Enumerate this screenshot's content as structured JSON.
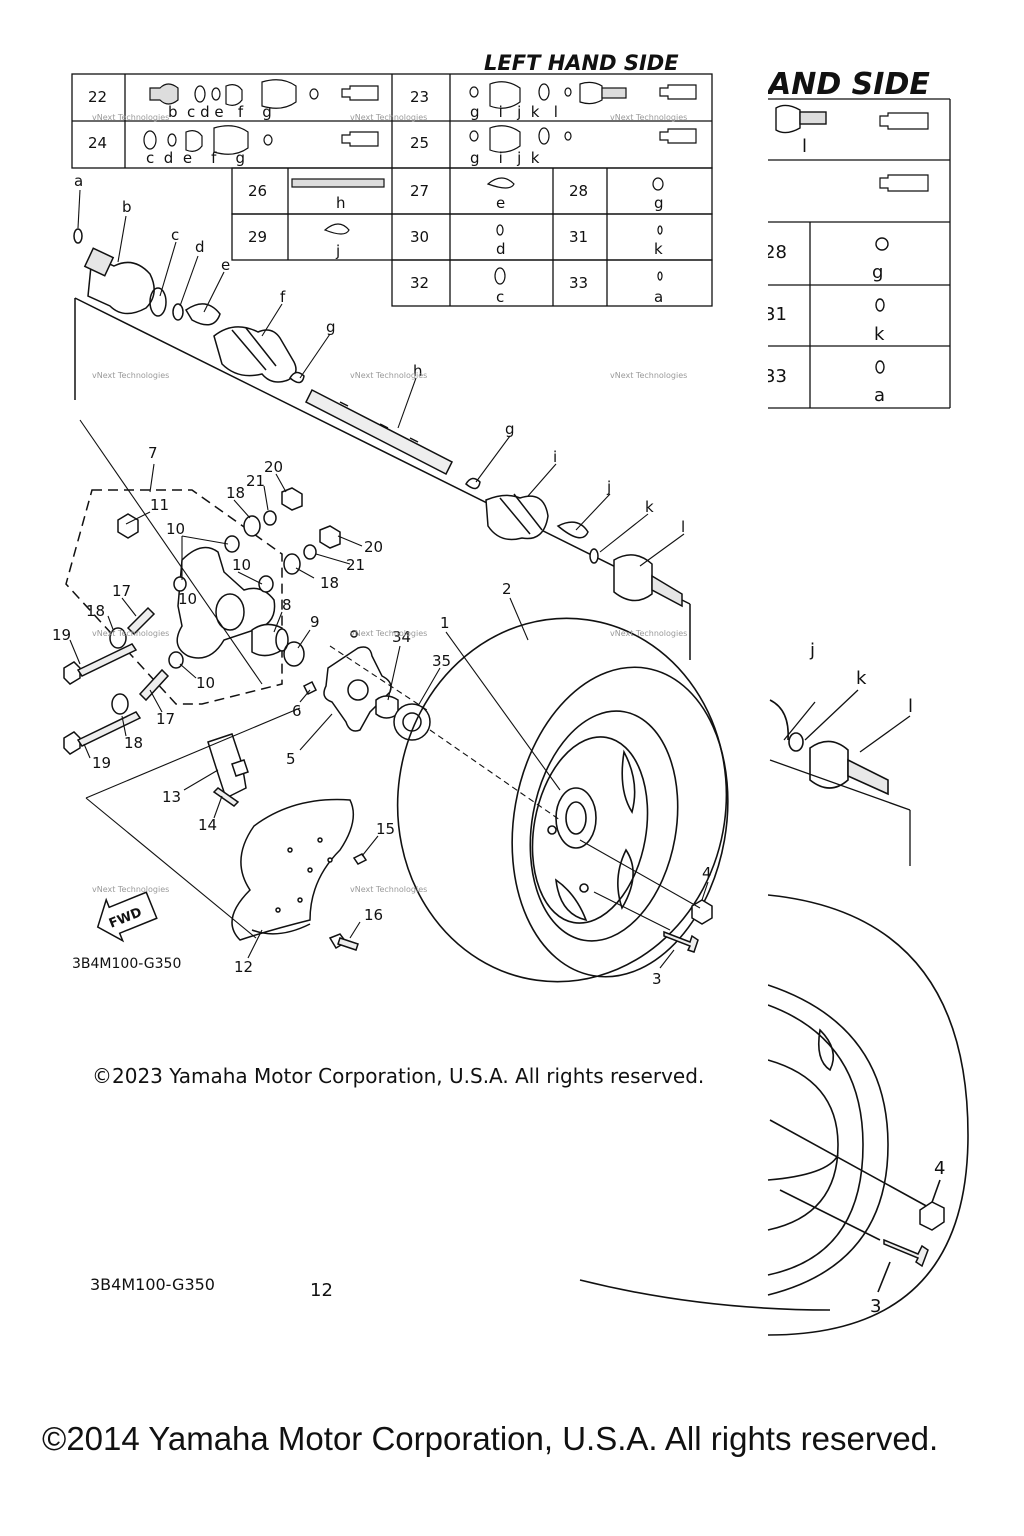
{
  "page": {
    "heading": "LEFT HAND SIDE",
    "heading_crop": "AND SIDE",
    "drawing_code": "3B4M100-G350",
    "drawing_code_crop": "3B4M100-G350",
    "copyright_main": "©2023 Yamaha Motor Corporation, U.S.A. All rights reserved.",
    "copyright_bottom": "©2014 Yamaha Motor Corporation, U.S.A. All rights reserved.",
    "fwd_label": "FWD",
    "watermark": "vNext Technologies"
  },
  "kit_table": {
    "rows": [
      {
        "num": "22",
        "letters": "b  c d e   f    g",
        "num2": "23",
        "letters2": "g    i   j  k   l"
      },
      {
        "num": "24",
        "letters": "c  d  e    f    g",
        "num2": "25",
        "letters2": "g    i   j  k"
      }
    ],
    "singles": [
      {
        "num": "26",
        "letter": "h"
      },
      {
        "num": "27",
        "letter": "e"
      },
      {
        "num": "28",
        "letter": "g"
      },
      {
        "num": "29",
        "letter": "j"
      },
      {
        "num": "30",
        "letter": "d"
      },
      {
        "num": "31",
        "letter": "k"
      },
      {
        "num": "32",
        "letter": "c"
      },
      {
        "num": "33",
        "letter": "a"
      }
    ],
    "crop_rows": [
      {
        "num": "28",
        "letter": "g"
      },
      {
        "num": "31",
        "letter": "k"
      },
      {
        "num": "33",
        "letter": "a"
      }
    ],
    "crop_letter_l": "l"
  },
  "callouts": {
    "letters": [
      "a",
      "b",
      "c",
      "d",
      "e",
      "f",
      "g",
      "h",
      "g",
      "i",
      "j",
      "k",
      "l"
    ],
    "numbers": [
      "1",
      "2",
      "3",
      "4",
      "5",
      "6",
      "7",
      "8",
      "9",
      "10",
      "10",
      "10",
      "10",
      "11",
      "12",
      "13",
      "14",
      "15",
      "16",
      "17",
      "17",
      "18",
      "18",
      "18",
      "18",
      "19",
      "19",
      "20",
      "20",
      "21",
      "21",
      "34",
      "35"
    ],
    "crop_letters": [
      "j",
      "k",
      "l"
    ],
    "crop_numbers": [
      "4",
      "3",
      "12"
    ]
  }
}
